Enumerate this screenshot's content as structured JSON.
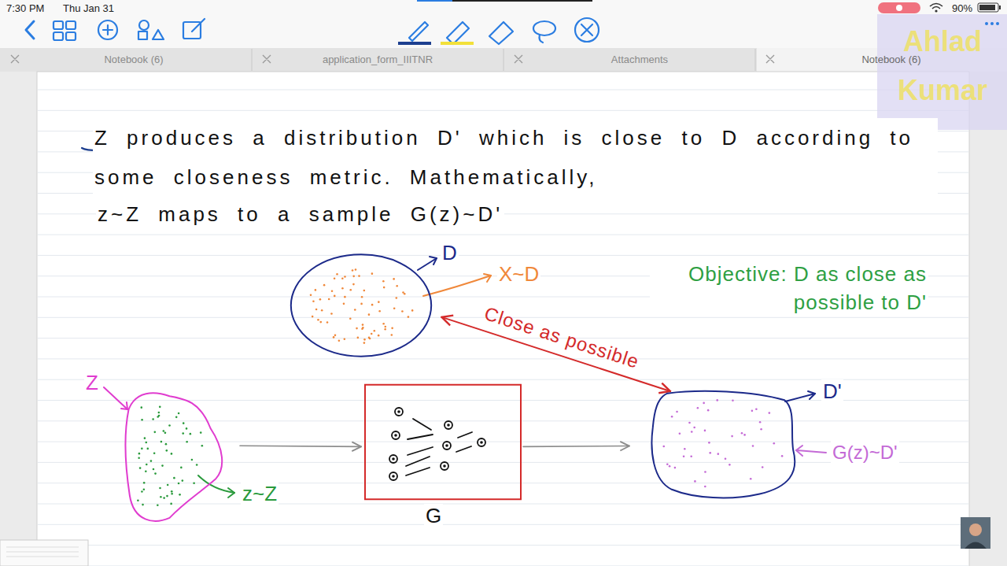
{
  "diagram": {
    "nodes": [
      {
        "text": [
          "D"
        ]
      },
      {
        "text": [
          "Z"
        ]
      },
      {
        "text": [
          "G"
        ]
      },
      {
        "text": [
          "D'"
        ]
      }
    ],
    "edges": [
      {
        "from": 1,
        "to": 2,
        "arrow": "to"
      },
      {
        "from": 2,
        "to": 3,
        "arrow": "to"
      },
      {
        "from": 0,
        "to": 3,
        "arrow": "both",
        "label": "Close as possible"
      }
    ],
    "labels": [
      "7:30 PM",
      "Thu Jan 31",
      "90%",
      "Notebook (6)",
      "application_form_IIITNR",
      "Attachments",
      "Notebook (6)",
      "Ahlad Kumar",
      "Z produces a distribution D' which is close to D according to some closeness metric. Mathematically,",
      "z~Z maps to a sample G(z)~D'",
      "X~D",
      "Objective: D as close as possible to D'",
      "z~Z",
      "G(z)~D'"
    ]
  }
}
